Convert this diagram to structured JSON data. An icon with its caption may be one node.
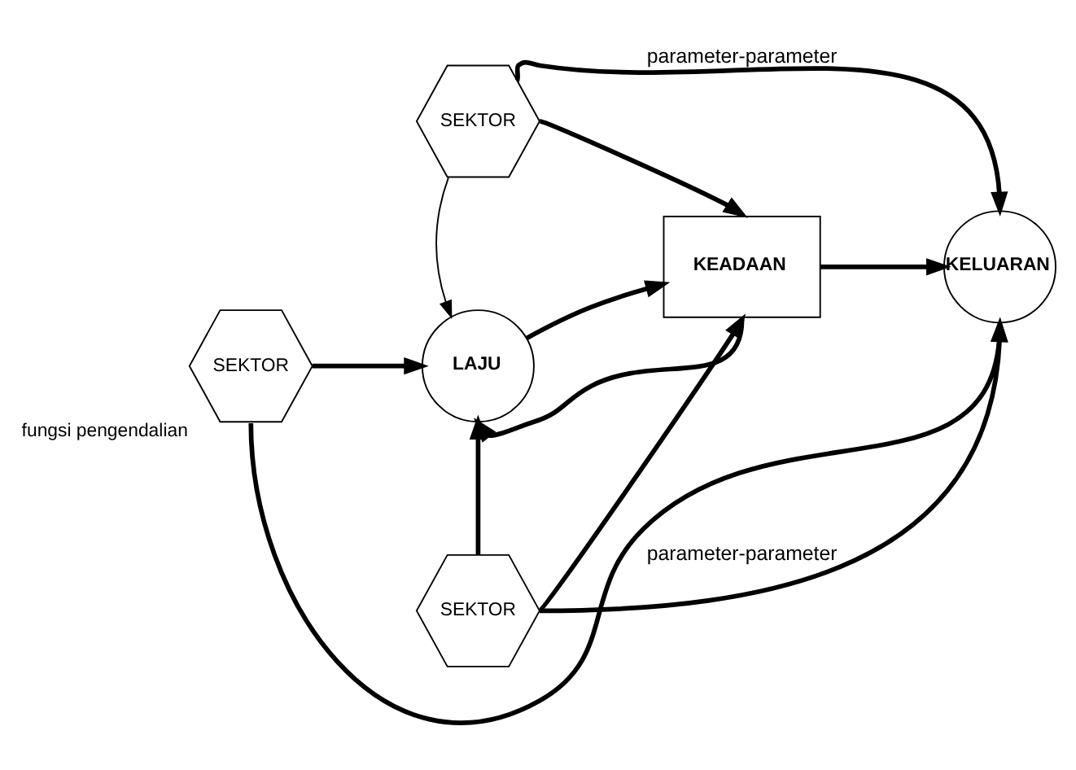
{
  "diagram": {
    "nodes": [
      {
        "text": [
          "SEKTOR"
        ]
      },
      {
        "text": [
          "SEKTOR"
        ],
        "beside": [
          "fungsi pengendalian"
        ]
      },
      {
        "text": [
          "LAJU"
        ]
      },
      {
        "text": [
          "KEADAAN"
        ]
      },
      {
        "text": [
          "KELUARAN"
        ]
      },
      {
        "text": [
          "SEKTOR"
        ]
      }
    ],
    "edges": [
      {
        "from": 0,
        "to": 2,
        "arrow": "to"
      },
      {
        "from": 0,
        "to": 3,
        "arrow": "to"
      },
      {
        "from": 0,
        "to": 4,
        "arrow": "to",
        "label": "parameter-parameter"
      },
      {
        "from": 1,
        "to": 2,
        "arrow": "to"
      },
      {
        "from": 2,
        "to": 3,
        "arrow": "to"
      },
      {
        "from": 3,
        "to": 4,
        "arrow": "to"
      },
      {
        "from": 3,
        "to": 2,
        "arrow": "to"
      },
      {
        "from": 5,
        "to": 2,
        "arrow": "to"
      },
      {
        "from": 5,
        "to": 3,
        "arrow": "to"
      },
      {
        "from": 5,
        "to": 4,
        "arrow": "to",
        "label": "parameter-parameter"
      },
      {
        "from": 1,
        "to": 4,
        "arrow": "to"
      }
    ]
  }
}
